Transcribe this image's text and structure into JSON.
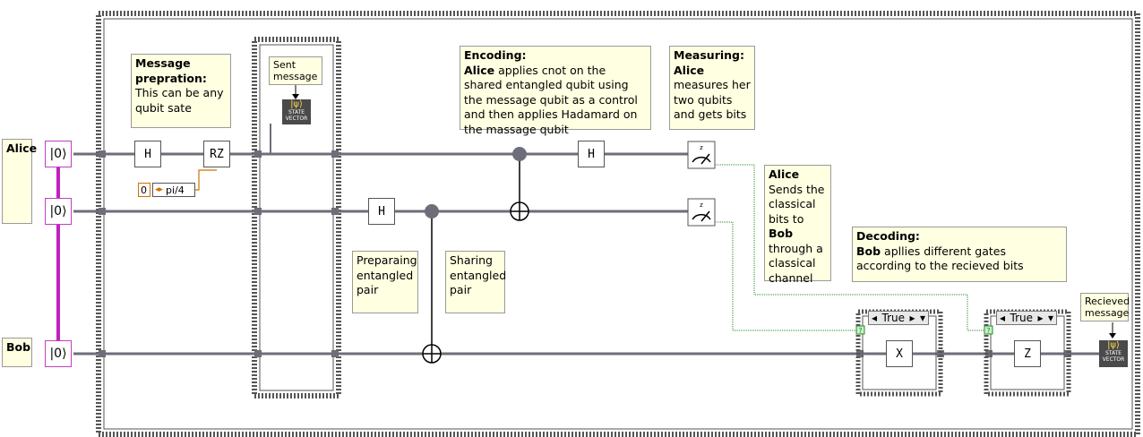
{
  "qubit_labels": {
    "alice": "Alice",
    "bob": "Bob"
  },
  "ket_zero": "|0⟩",
  "gates": {
    "h": "H",
    "rz": "RZ",
    "x": "X",
    "z": "Z"
  },
  "rz_param": {
    "index": "0",
    "value": "pi/4"
  },
  "notes": {
    "message_prep": {
      "title": "Message prepration:",
      "body": "This can be any qubit sate"
    },
    "sent_message": "Sent message",
    "encoding": {
      "title": "Encoding:",
      "who": "Alice",
      "body": " applies cnot on the shared entangled qubit using the message qubit as a control and then applies Hadamard on the massage qubit"
    },
    "measuring": {
      "title": "Measuring:",
      "who": "Alice",
      "body": " measures her two qubits and gets bits"
    },
    "alice_sends": {
      "title": "Alice",
      "body1": "Sends the classical bits to ",
      "bob": "Bob",
      "body2": " through a classical channel"
    },
    "decoding": {
      "title": "Decoding:",
      "who": "Bob",
      "body": " apllies different gates according to the recieved bits"
    },
    "preparing": "Preparaing entangled pair",
    "sharing": "Sharing entangled pair",
    "received_message": "Recieved message"
  },
  "state_vector": {
    "psi": "|ψ⟩",
    "line1": "STATE",
    "line2": "VECTOR"
  },
  "case_selector": {
    "value": "True",
    "left_arrow": "◂",
    "right_arrow": "▸",
    "dropdown": "▾"
  },
  "case_terminal": "?",
  "colors": {
    "wire": "#6e6e7a",
    "frame": "#555555",
    "note_bg": "#ffffe1",
    "ket_border": "#c040c0",
    "classical": "#2a8a2a",
    "param": "#d07000",
    "sv_bg": "#4a4a4a"
  }
}
